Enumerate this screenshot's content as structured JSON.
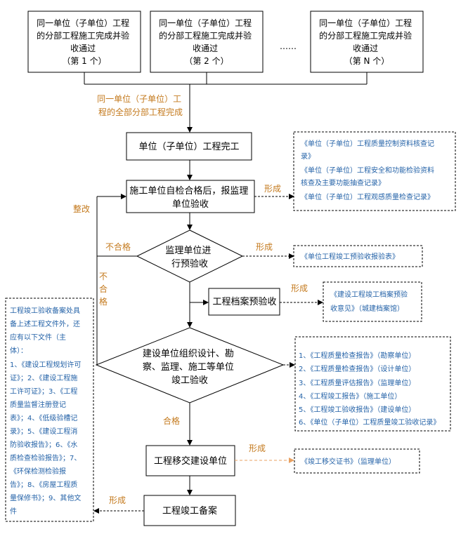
{
  "top_boxes": [
    {
      "lines": [
        "同一单位（子单位）工程",
        "的分部工程施工完成并验",
        "收通过",
        "（第 1 个）"
      ]
    },
    {
      "lines": [
        "同一单位（子单位）工程",
        "的分部工程施工完成并验",
        "收通过",
        "（第 2 个）"
      ]
    },
    {
      "lines": [
        "同一单位（子单位）工程",
        "的分部工程施工完成并验",
        "收通过",
        "（第 N 个）"
      ]
    }
  ],
  "ellipsis": "……",
  "merge_label": [
    "同一单位（子单位）工",
    "程的全部分部工程完成"
  ],
  "unit_complete": "单位（子单位）工程完工",
  "self_check": [
    "施工单位自检合格后，报监理",
    "单位验收"
  ],
  "supervision_precheck": [
    "监理单位进",
    "行预验收"
  ],
  "archive_precheck": "工程档案预验收",
  "construction_acceptance": [
    "建设单位组织设计、勘",
    "察、监理、施工等单位",
    "竣工验收"
  ],
  "handover": "工程移交建设单位",
  "record_filing": "工程竣工备案",
  "labels": {
    "form1": "形成",
    "form2": "形成",
    "form3": "形成",
    "form4": "形成",
    "form5": "形成",
    "rectify": "整改",
    "fail1": "不合格",
    "fail2": [
      "不",
      "合",
      "格"
    ],
    "pass": "合格"
  },
  "notes": {
    "self_check_docs": [
      "《单位（子单位）工程质量控制资料核查记",
      "录》",
      "《单位（子单位）工程安全和功能检验资料",
      "核查及主要功能抽查记录》",
      "《单位（子单位）工程观感质量检查记录》"
    ],
    "precheck_report": "《单位工程竣工预验收报验表》",
    "archive_opinion": [
      "《建设工程竣工档案预验",
      "收意见》（城建档案馆）"
    ],
    "acceptance_reports": [
      "1、《工程质量检查报告》（勘察单位）",
      "2、《工程质量检查报告》（设计单位）",
      "3、《工程质量评估报告》（监理单位）",
      "4、《工程竣工报告》（施工单位）",
      "5、《工程竣工验收报告》（建设单位）",
      "6、《单位（子单位）工程质量竣工验收记录》"
    ],
    "handover_cert": "《竣工移交证书》（监理单位）",
    "filing_docs": [
      "工程竣工验收备案处具",
      "备上述工程文件外，还",
      "应有以下文件（主",
      "体）：",
      "1、《建设工程规划许可",
      "证》；2、《建设工程施",
      "工许可证》；3、《工程",
      "质量监督注册登记",
      "表》；4、《低级验槽记",
      "录》；5、《建设工程消",
      "防验收报告》；6、《水",
      "质检查检验报告》；7、",
      "《环保检测检验报",
      "告》；8、《房屋工程质",
      "量保修书》；9、其他文",
      "件"
    ]
  },
  "colors": {
    "orange": "#c47a1e",
    "blue": "#2563a8",
    "line": "#000000",
    "dashed_orange": "#e8a060"
  }
}
